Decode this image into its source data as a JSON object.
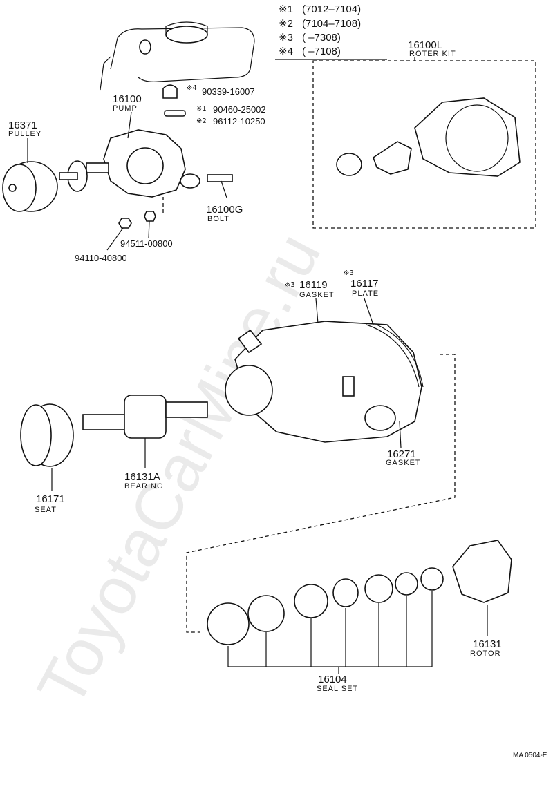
{
  "notes": [
    {
      "mark": "※1",
      "range": "(7012–7104)"
    },
    {
      "mark": "※2",
      "range": "(7104–7108)"
    },
    {
      "mark": "※3",
      "range": "(      –7308)"
    },
    {
      "mark": "※4",
      "range": "(      –7108)"
    }
  ],
  "parts": {
    "pump": {
      "number": "16100",
      "name": "PUMP"
    },
    "rotor_kit": {
      "number": "16100L",
      "name": "ROTER KIT"
    },
    "pulley": {
      "number": "16371",
      "name": "PULLEY"
    },
    "bolt": {
      "number": "16100G",
      "name": "BOLT"
    },
    "gasket_16119": {
      "mark": "※3",
      "number": "16119",
      "name": "GASKET"
    },
    "plate_16117": {
      "mark": "※3",
      "number": "16117",
      "name": "PLATE"
    },
    "gasket_16271": {
      "number": "16271",
      "name": "GASKET"
    },
    "seat": {
      "number": "16171",
      "name": "SEAT"
    },
    "bearing": {
      "number": "16131A",
      "name": "BEARING"
    },
    "rotor": {
      "number": "16131",
      "name": "ROTOR"
    },
    "seal_set": {
      "number": "16104",
      "name": "SEAL SET"
    }
  },
  "callouts": [
    {
      "mark": "※4",
      "number": "90339-16007"
    },
    {
      "mark": "※1",
      "number": "90460-25002"
    },
    {
      "mark": "※2",
      "number": "96112-10250"
    },
    {
      "mark": "",
      "number": "94511-00800"
    },
    {
      "mark": "",
      "number": "94110-40800"
    }
  ],
  "footer_code": "MA  0504-E",
  "watermark": "ToyotaCarMine.ru"
}
